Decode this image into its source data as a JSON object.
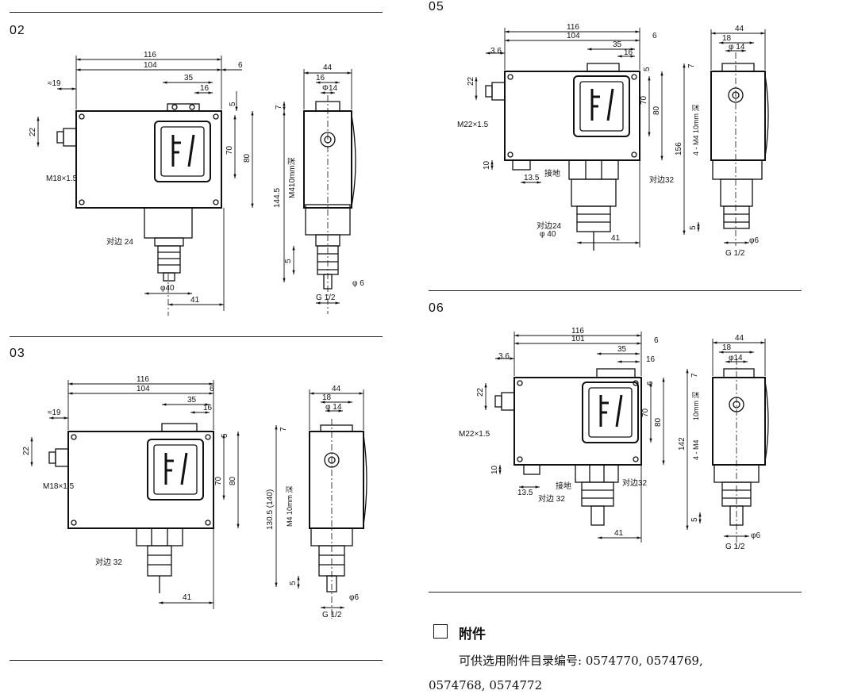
{
  "sections": {
    "s02": {
      "label": "02"
    },
    "s03": {
      "label": "03"
    },
    "s05": {
      "label": "05"
    },
    "s06": {
      "label": "06"
    }
  },
  "d02": {
    "dim_116": "116",
    "dim_104": "104",
    "dim_6": "6",
    "dim_19": "≈19",
    "dim_35": "35",
    "dim_16": "16",
    "dim_5": "5",
    "dim_22": "22",
    "dim_70": "70",
    "dim_80": "80",
    "thread": "M18×1.5",
    "flats": "对边 24",
    "phi40": "φ40",
    "dim_41": "41",
    "side_44": "44",
    "side_16": "16",
    "side_phi14": "Φ14",
    "side_7": "7",
    "side_1445": "144.5",
    "side_m4": "M410mm深",
    "side_5": "5",
    "side_phi6": "φ 6",
    "side_g12": "G 1/2"
  },
  "d03": {
    "dim_116": "116",
    "dim_104": "104",
    "dim_6": "6",
    "dim_19": "≈19",
    "dim_35": "35",
    "dim_16": "16",
    "dim_5": "5",
    "dim_22": "22",
    "dim_70": "70",
    "dim_80": "80",
    "thread": "M18×1.5",
    "flats": "对边 32",
    "dim_41": "41",
    "side_44": "44",
    "side_18": "18",
    "side_phi14": "φ 14",
    "side_7": "7",
    "side_1305": "130.5 (140)",
    "side_m4": "M4 10mm 深",
    "side_5": "5",
    "side_phi6": "φ6",
    "side_g12": "G 1/2"
  },
  "d05": {
    "dim_116": "116",
    "dim_104": "104",
    "dim_6": "6",
    "dim_36": "3.6",
    "dim_35": "35",
    "dim_16": "16",
    "dim_5": "5",
    "dim_22": "22",
    "dim_70": "70",
    "dim_80": "80",
    "thread": "M22×1.5",
    "dim_10": "10",
    "dim_135": "13.5",
    "ground": "接地",
    "flats32": "对边32",
    "flats24": "对边24",
    "phi40": "φ 40",
    "dim_41": "41",
    "side_44": "44",
    "side_18": "18",
    "side_phi14": "φ 14",
    "side_7": "7",
    "side_156": "156",
    "side_m4": "4 - M4  10mm 深",
    "side_5": "5",
    "side_phi6": "φ6",
    "side_g12": "G 1/2"
  },
  "d06": {
    "dim_116": "116",
    "dim_101": "101",
    "dim_6": "6",
    "dim_36": "3.6",
    "dim_35": "35",
    "dim_16": "16",
    "dim_6b": "6",
    "dim_22": "22",
    "dim_70": "70",
    "dim_80": "80",
    "thread": "M22×1.5",
    "dim_10": "10",
    "dim_135": "13.5",
    "ground": "接地",
    "flats32a": "对边32",
    "flats32b": "对边 32",
    "dim_41": "41",
    "side_44": "44",
    "side_18": "18",
    "side_phi14": "φ14",
    "side_7": "7",
    "side_142": "142",
    "side_m4": "4 - M4",
    "side_10mm": "10mm 深",
    "side_5": "5",
    "side_phi6": "φ6",
    "side_g12": "G 1/2"
  },
  "accessory": {
    "title": "附件",
    "text": "可供选用附件目录编号: 0574770, 0574769, 0574768, 0574772"
  }
}
